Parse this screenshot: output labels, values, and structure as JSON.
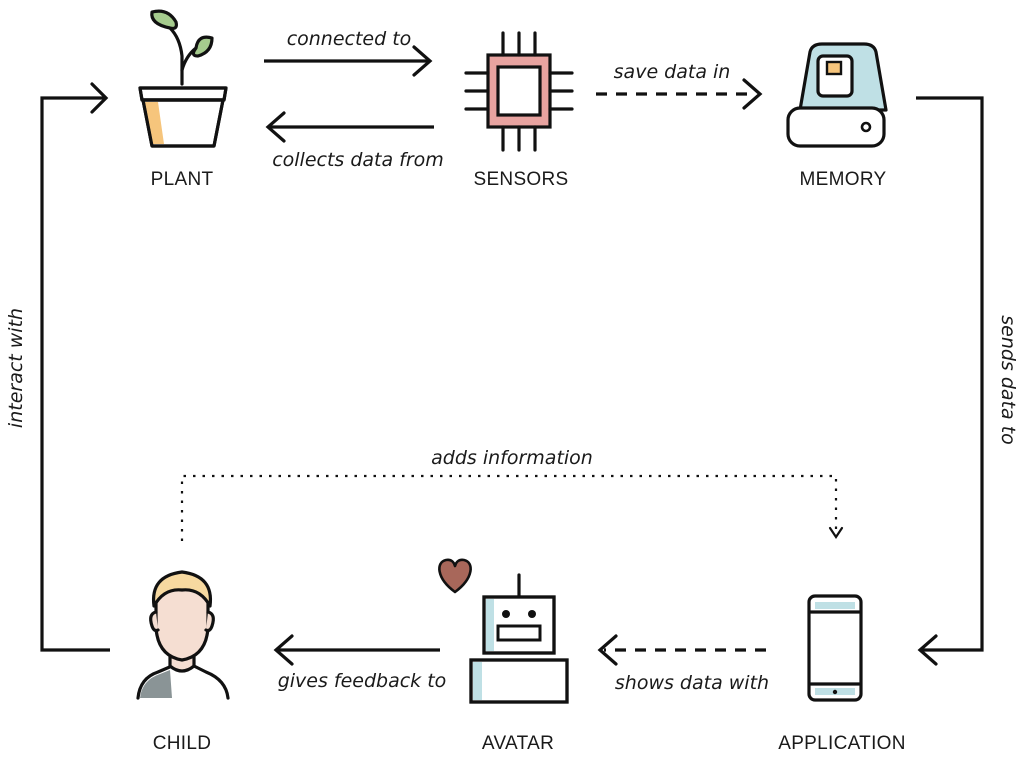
{
  "nodes": {
    "plant": "PLANT",
    "sensors": "SENSORS",
    "memory": "MEMORY",
    "child": "CHILD",
    "avatar": "AVATAR",
    "application": "APPLICATION"
  },
  "edges": {
    "connected_to": "connected to",
    "collects_data_from": "collects data from",
    "save_data_in": "save data in",
    "sends_data_to": "sends data to",
    "shows_data_with": "shows data with",
    "gives_feedback_to": "gives feedback to",
    "interact_with": "interact with",
    "adds_information": "adds information"
  },
  "icons": {
    "plant": "potted-plant-icon",
    "sensors": "microchip-icon",
    "memory": "hard-drive-icon",
    "child": "person-icon",
    "avatar": "robot-icon",
    "heart": "heart-icon",
    "application": "smartphone-icon"
  },
  "colors": {
    "pot_fill": "#f6c57c",
    "chip_fill": "#e8a3a0",
    "drive_fill": "#bfe0e5",
    "drive_label": "#f6c57c",
    "leaf_fill": "#a6cc8e",
    "skin_fill": "#f5ded2",
    "hair_fill": "#f7d9a0",
    "shirt_fill": "#8a9496",
    "robot_fill": "#bfe0e5",
    "heart_fill": "#a8675a",
    "phone_fill": "#bfe0e5",
    "ink": "#111111"
  }
}
